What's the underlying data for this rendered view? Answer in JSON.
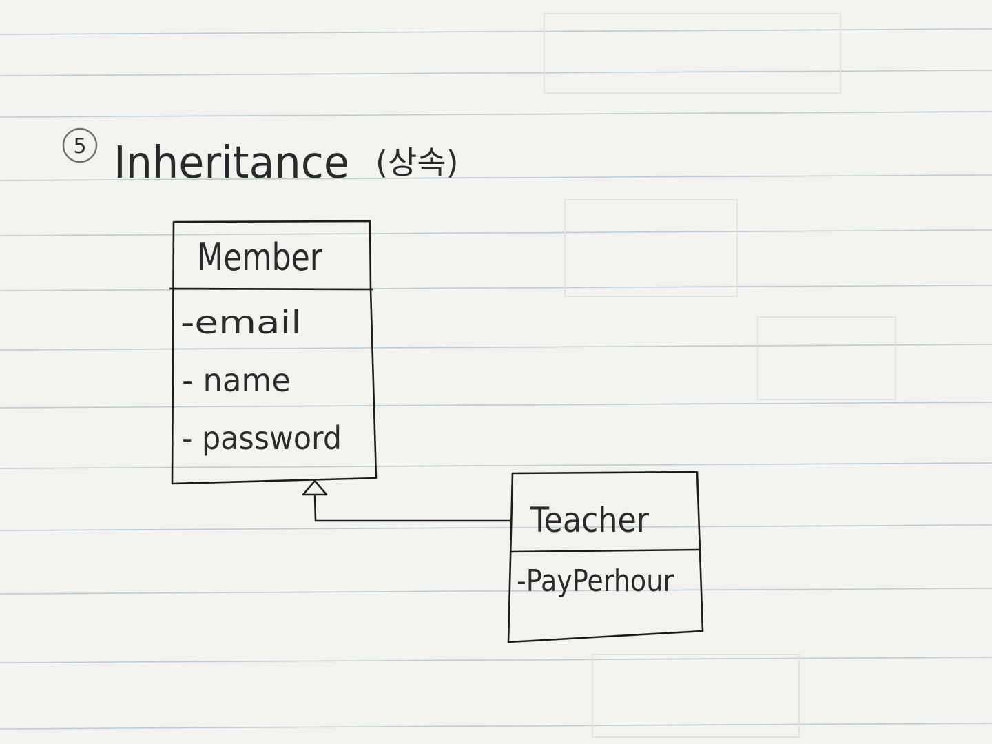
{
  "heading": {
    "number": "5",
    "title": "Inheritance",
    "note": "(상속)"
  },
  "classes": [
    {
      "name": "Member",
      "attributes": [
        "-email",
        "- name",
        "- password"
      ]
    },
    {
      "name": "Teacher",
      "attributes": [
        "-PayPerhour"
      ]
    }
  ],
  "relation": {
    "type": "inheritance",
    "from": "Teacher",
    "to": "Member"
  },
  "colors": {
    "paper": "#f3f2ee",
    "ruled_line": "#b8cbd6",
    "ink": "#1c1c1c",
    "pencil": "#6e6e6e"
  }
}
